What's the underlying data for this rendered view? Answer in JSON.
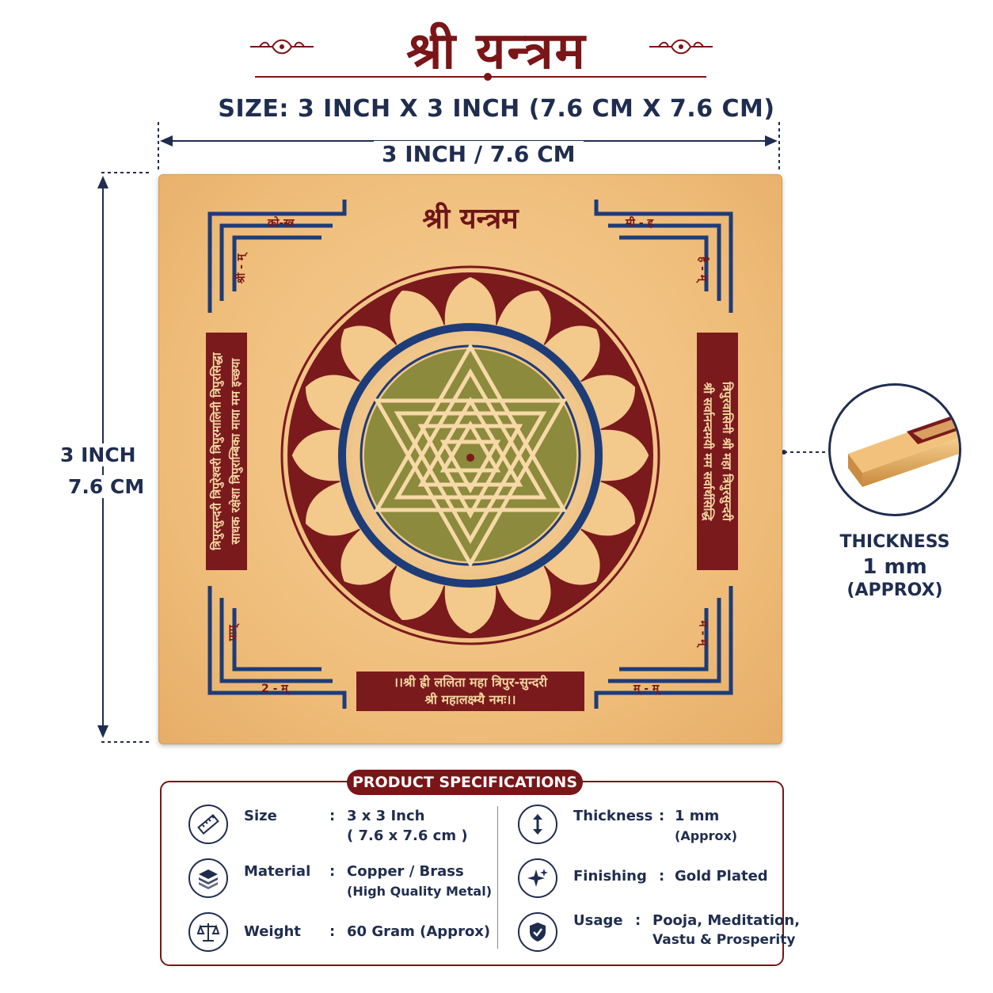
{
  "header": {
    "title": "श्री यन्त्रम",
    "size_line": "SIZE: 3 INCH X 3 INCH (7.6 CM X 7.6 CM)"
  },
  "dimensions": {
    "width_label": "3 INCH / 7.6 CM",
    "height_label_inch": "3 INCH",
    "height_label_cm": "7.6 CM"
  },
  "plate": {
    "title": "श्री यन्त्रम",
    "left_panel_line1": "त्रिपुरसुन्दरी त्रिपुरेश्वरी त्रिपुरमालिनी त्रिपुरसिद्धा",
    "left_panel_line2": "साधक रक्षेशा त्रिपुराम्बिका माया मम इच्छया",
    "right_panel_line1": "त्रिपुरवासिनी श्री महा त्रिपुरसुन्दरी",
    "right_panel_line2": "श्री सर्वानन्दमयी मम सर्वार्थसिद्धि",
    "bottom_line1": "।।श्री ह्री ललिता महा त्रिपुर-सुन्दरी",
    "bottom_line2": "श्री महालक्ष्म्यै नमः।।",
    "corner_tl": "क्रो-स्त्र",
    "corner_tl_side": "श्री - म्",
    "corner_tr": "मी - ह",
    "corner_tr_side": "है - म्",
    "corner_bl": "2 - म्",
    "corner_bl_side": "पाम्",
    "corner_br": "म् - म्",
    "corner_br_side": "म - म्"
  },
  "thickness": {
    "label": "THICKNESS",
    "value": "1 mm",
    "note": "(APPROX)"
  },
  "specs": {
    "heading": "PRODUCT SPECIFICATIONS",
    "left": [
      {
        "icon": "ruler-icon",
        "label": "Size",
        "value1": "3 x 3 Inch",
        "value2": "( 7.6 x 7.6 cm )"
      },
      {
        "icon": "layers-icon",
        "label": "Material",
        "value1": "Copper / Brass",
        "value2": "(High Quality Metal)"
      },
      {
        "icon": "scale-icon",
        "label": "Weight",
        "value1": "60 Gram (Approx)",
        "value2": ""
      }
    ],
    "right": [
      {
        "icon": "vertical-arrows-icon",
        "label": "Thickness",
        "value1": "1 mm",
        "value2": "(Approx)"
      },
      {
        "icon": "sparkle-icon",
        "label": "Finishing",
        "value1": "Gold Plated",
        "value2": ""
      },
      {
        "icon": "shield-check-icon",
        "label": "Usage",
        "value1": "Pooja, Meditation,",
        "value2": "Vastu & Prosperity"
      }
    ],
    "colon": ":"
  },
  "colors": {
    "maroon": "#7a1518",
    "navy": "#1f2d4f",
    "gold": "#efbd7a",
    "yantra_green": "#8c8a3c",
    "yantra_blue": "#1d3c78"
  }
}
